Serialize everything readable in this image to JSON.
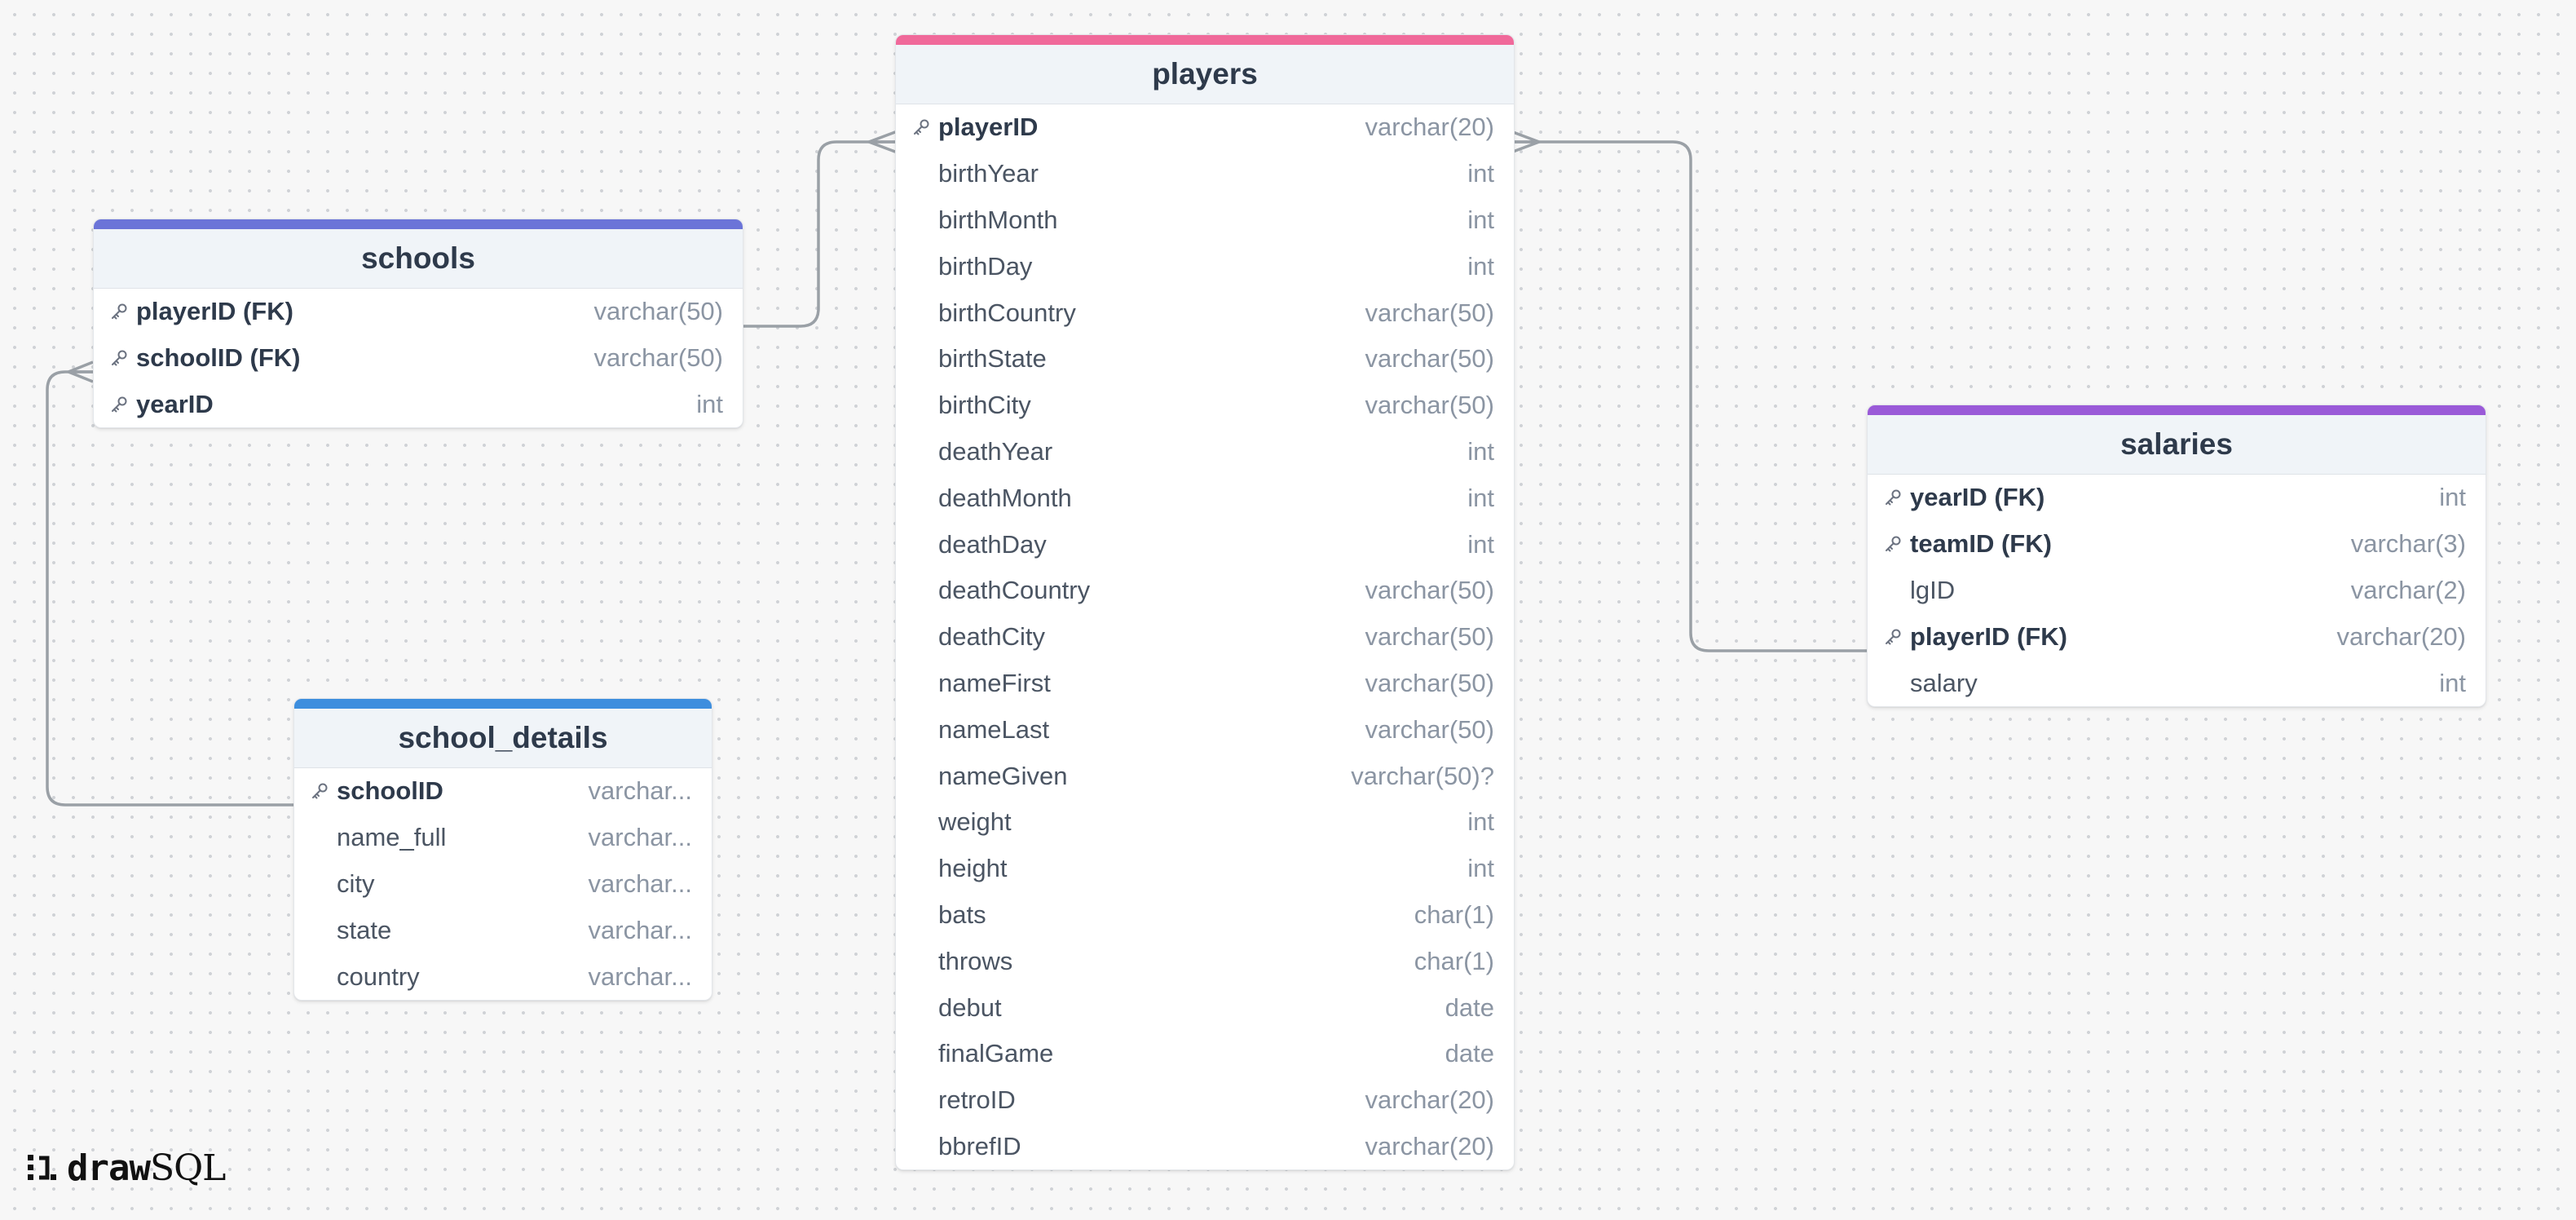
{
  "logo": {
    "word1": "draw",
    "word2": "SQL"
  },
  "colors": {
    "players": "#f0699a",
    "schools": "#6b74d8",
    "school_details": "#3d8ede",
    "salaries": "#9a5ad8",
    "connector": "#9aa0a6"
  },
  "tables": {
    "players": {
      "name": "players",
      "columns": [
        {
          "name": "playerID",
          "type": "varchar(20)",
          "key": true
        },
        {
          "name": "birthYear",
          "type": "int",
          "key": false
        },
        {
          "name": "birthMonth",
          "type": "int",
          "key": false
        },
        {
          "name": "birthDay",
          "type": "int",
          "key": false
        },
        {
          "name": "birthCountry",
          "type": "varchar(50)",
          "key": false
        },
        {
          "name": "birthState",
          "type": "varchar(50)",
          "key": false
        },
        {
          "name": "birthCity",
          "type": "varchar(50)",
          "key": false
        },
        {
          "name": "deathYear",
          "type": "int",
          "key": false
        },
        {
          "name": "deathMonth",
          "type": "int",
          "key": false
        },
        {
          "name": "deathDay",
          "type": "int",
          "key": false
        },
        {
          "name": "deathCountry",
          "type": "varchar(50)",
          "key": false
        },
        {
          "name": "deathCity",
          "type": "varchar(50)",
          "key": false
        },
        {
          "name": "nameFirst",
          "type": "varchar(50)",
          "key": false
        },
        {
          "name": "nameLast",
          "type": "varchar(50)",
          "key": false
        },
        {
          "name": "nameGiven",
          "type": "varchar(50)?",
          "key": false
        },
        {
          "name": "weight",
          "type": "int",
          "key": false
        },
        {
          "name": "height",
          "type": "int",
          "key": false
        },
        {
          "name": "bats",
          "type": "char(1)",
          "key": false
        },
        {
          "name": "throws",
          "type": "char(1)",
          "key": false
        },
        {
          "name": "debut",
          "type": "date",
          "key": false
        },
        {
          "name": "finalGame",
          "type": "date",
          "key": false
        },
        {
          "name": "retroID",
          "type": "varchar(20)",
          "key": false
        },
        {
          "name": "bbrefID",
          "type": "varchar(20)",
          "key": false
        }
      ]
    },
    "schools": {
      "name": "schools",
      "columns": [
        {
          "name": "playerID (FK)",
          "type": "varchar(50)",
          "key": true
        },
        {
          "name": "schoolID (FK)",
          "type": "varchar(50)",
          "key": true
        },
        {
          "name": "yearID",
          "type": "int",
          "key": true
        }
      ]
    },
    "school_details": {
      "name": "school_details",
      "columns": [
        {
          "name": "schoolID",
          "type": "varchar...",
          "key": true
        },
        {
          "name": "name_full",
          "type": "varchar...",
          "key": false
        },
        {
          "name": "city",
          "type": "varchar...",
          "key": false
        },
        {
          "name": "state",
          "type": "varchar...",
          "key": false
        },
        {
          "name": "country",
          "type": "varchar...",
          "key": false
        }
      ]
    },
    "salaries": {
      "name": "salaries",
      "columns": [
        {
          "name": "yearID (FK)",
          "type": "int",
          "key": true
        },
        {
          "name": "teamID (FK)",
          "type": "varchar(3)",
          "key": true
        },
        {
          "name": "lgID",
          "type": "varchar(2)",
          "key": false
        },
        {
          "name": "playerID (FK)",
          "type": "varchar(20)",
          "key": true
        },
        {
          "name": "salary",
          "type": "int",
          "key": false
        }
      ]
    }
  },
  "relationships": [
    {
      "from": "schools.playerID (FK)",
      "to": "players.playerID",
      "to_end": "many"
    },
    {
      "from": "salaries.playerID (FK)",
      "to": "players.playerID",
      "to_end": "many"
    },
    {
      "from": "school_details.schoolID",
      "to": "schools.schoolID (FK)",
      "to_end": "many"
    }
  ]
}
